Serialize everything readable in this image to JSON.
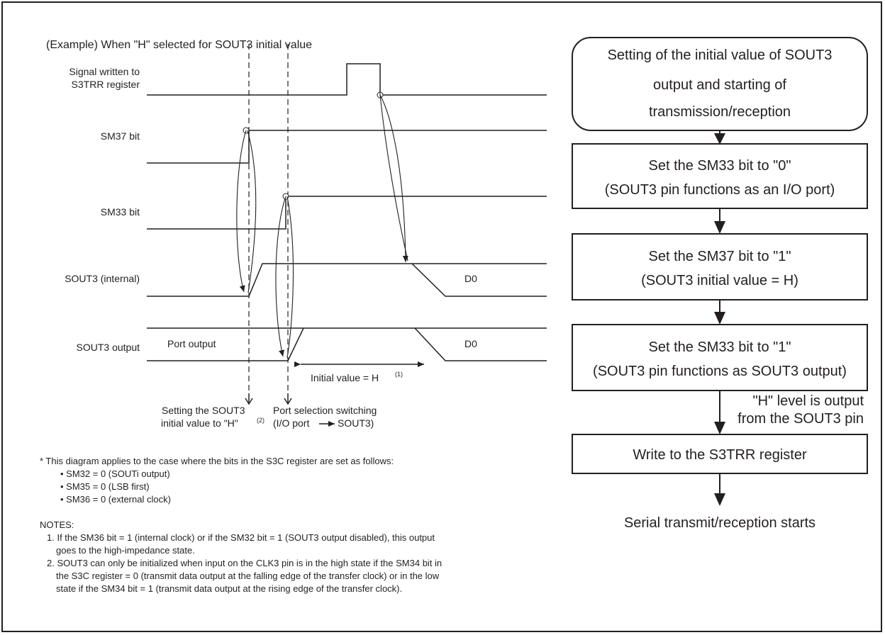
{
  "timing": {
    "example_title": "(Example) When \"H\" selected for SOUT3 initial value",
    "signals": {
      "s3trr_line1": "Signal written to",
      "s3trr_line2": "S3TRR register",
      "sm37": "SM37 bit",
      "sm33": "SM33 bit",
      "sout3_internal": "SOUT3 (internal)",
      "sout3_output": "SOUT3 output"
    },
    "labels": {
      "d0_internal": "D0",
      "d0_output": "D0",
      "port_output": "Port output",
      "initial_value": "Initial value = H",
      "initial_value_note": "(1)",
      "setting_line1": "Setting the SOUT3",
      "setting_line2": "initial value to \"H\"",
      "setting_note": "(2)",
      "port_sel_line1": "Port selection switching",
      "port_sel_line2": "(I/O port",
      "port_sel_line2b": "SOUT3)"
    }
  },
  "footnote": {
    "intro": "* This diagram applies to the case where the bits in the S3C register are set as follows:",
    "items": [
      "• SM32 = 0 (SOUTi output)",
      "• SM35 = 0 (LSB first)",
      "• SM36 = 0 (external clock)"
    ]
  },
  "notes": {
    "heading": "NOTES:",
    "note1_lines": [
      "1. If the SM36 bit = 1 (internal clock) or if the SM32 bit = 1 (SOUT3 output disabled), this output",
      "goes to the high-impedance state."
    ],
    "note2_lines": [
      "2. SOUT3 can only be initialized when input on the CLK3 pin is in the high state if the SM34 bit in",
      "the S3C register = 0 (transmit data output at the falling edge of the transfer clock) or in the low",
      "state if the SM34 bit = 1 (transmit data output at the rising edge of the transfer clock)."
    ]
  },
  "flowchart": {
    "start_lines": [
      "Setting of the initial value of SOUT3",
      "output and starting of",
      "transmission/reception"
    ],
    "step1_lines": [
      "Set the SM33 bit to \"0\"",
      "(SOUT3 pin functions as an I/O port)"
    ],
    "step2_lines": [
      "Set the SM37 bit to \"1\"",
      "(SOUT3 initial value = H)"
    ],
    "step3_lines": [
      "Set the SM33 bit to \"1\"",
      "(SOUT3 pin functions as SOUT3 output)"
    ],
    "h_level_lines": [
      "\"H\" level is output",
      "from the SOUT3 pin"
    ],
    "step4": "Write to the S3TRR register",
    "end": "Serial transmit/reception starts"
  }
}
